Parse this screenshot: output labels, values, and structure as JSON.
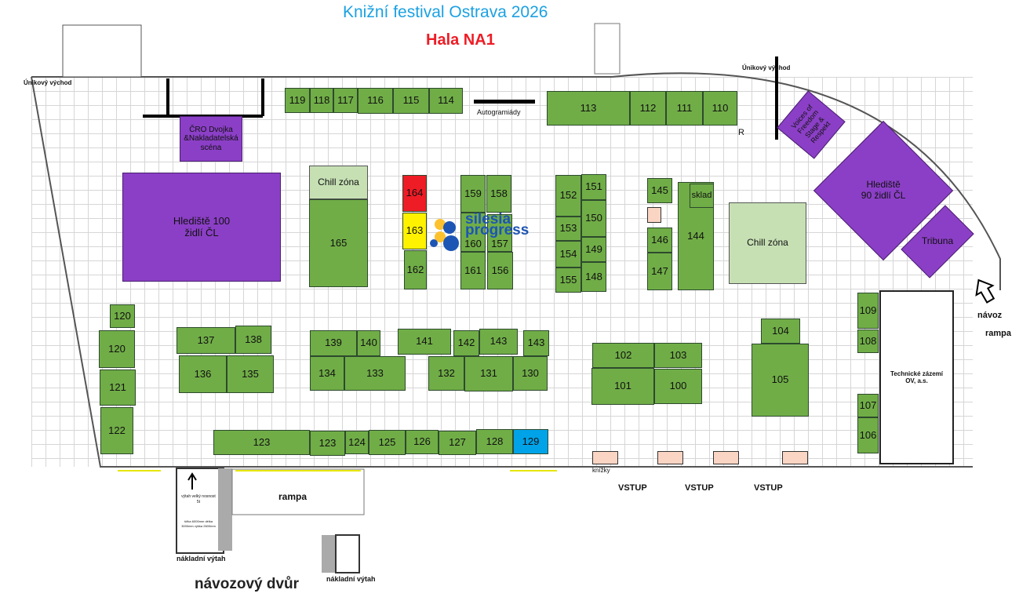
{
  "header": {
    "title": "Knižní festival Ostrava 2026",
    "hall": "Hala NA1"
  },
  "colors": {
    "title": "#1ba1e2",
    "hall": "#ee1c25",
    "booth": "#70ad47",
    "stage": "#8b3fc6",
    "chill": "#c6e0b4",
    "highlight_red": "#ee1c25",
    "highlight_yellow": "#fff200",
    "highlight_blue": "#00a2e8"
  },
  "labels": {
    "exit_left": "Únikový východ",
    "exit_right": "Únikový východ",
    "autographs": "Autogramiády",
    "r": "R",
    "navoz": "návoz",
    "rampa_right": "rampa",
    "vstup1": "VSTUP",
    "vstup2": "VSTUP",
    "vstup3": "VSTUP",
    "knizky": "knížky",
    "rampa": "rampa",
    "courtyard": "návozový dvůr",
    "lift1": "nákladní výtah",
    "lift2": "nákladní výtah",
    "lift_text": "výtah velký nosnost 5t",
    "lift_dims": "šířka 6000mm délka 3000mm výška 2600mm",
    "logo_line1": "silesia",
    "logo_line2": "progress"
  },
  "zones": {
    "cro": "ČRO Dvojka &Nakladatelská scéna",
    "hall100": "Hlediště 100 židlí ČL",
    "chill1": "Chill zóna",
    "chill2": "Chill zóna",
    "sklad": "sklad",
    "voices": "Voices of Freedom Stage & Respekt",
    "hall90": "Hlediště 90 židlí ČL",
    "tribuna": "Tribuna",
    "tech": "Technické zázemí OV, a.s."
  },
  "booths": {
    "b119": "119",
    "b118": "118",
    "b117": "117",
    "b116": "116",
    "b115": "115",
    "b114": "114",
    "b113": "113",
    "b112": "112",
    "b111": "111",
    "b110": "110",
    "b165": "165",
    "b164": "164",
    "b163": "163",
    "b162": "162",
    "b159": "159",
    "b158": "158",
    "b160": "160",
    "b157": "157",
    "b161": "161",
    "b156": "156",
    "b152": "152",
    "b151": "151",
    "b150": "150",
    "b153": "153",
    "b149": "149",
    "b154": "154",
    "b148": "148",
    "b155": "155",
    "b145": "145",
    "b146": "146",
    "b147": "147",
    "b144": "144",
    "b120a": "120",
    "b120b": "120",
    "b121": "121",
    "b122": "122",
    "b137": "137",
    "b138": "138",
    "b136": "136",
    "b135": "135",
    "b139": "139",
    "b140": "140",
    "b141": "141",
    "b142": "142",
    "b143a": "143",
    "b143b": "143",
    "b134": "134",
    "b133": "133",
    "b132": "132",
    "b131": "131",
    "b130": "130",
    "b102": "102",
    "b103": "103",
    "b101": "101",
    "b100": "100",
    "b104": "104",
    "b105": "105",
    "b109": "109",
    "b108": "108",
    "b107": "107",
    "b106": "106",
    "b123a": "123",
    "b123b": "123",
    "b124": "124",
    "b125": "125",
    "b126": "126",
    "b127": "127",
    "b128": "128",
    "b129": "129"
  }
}
